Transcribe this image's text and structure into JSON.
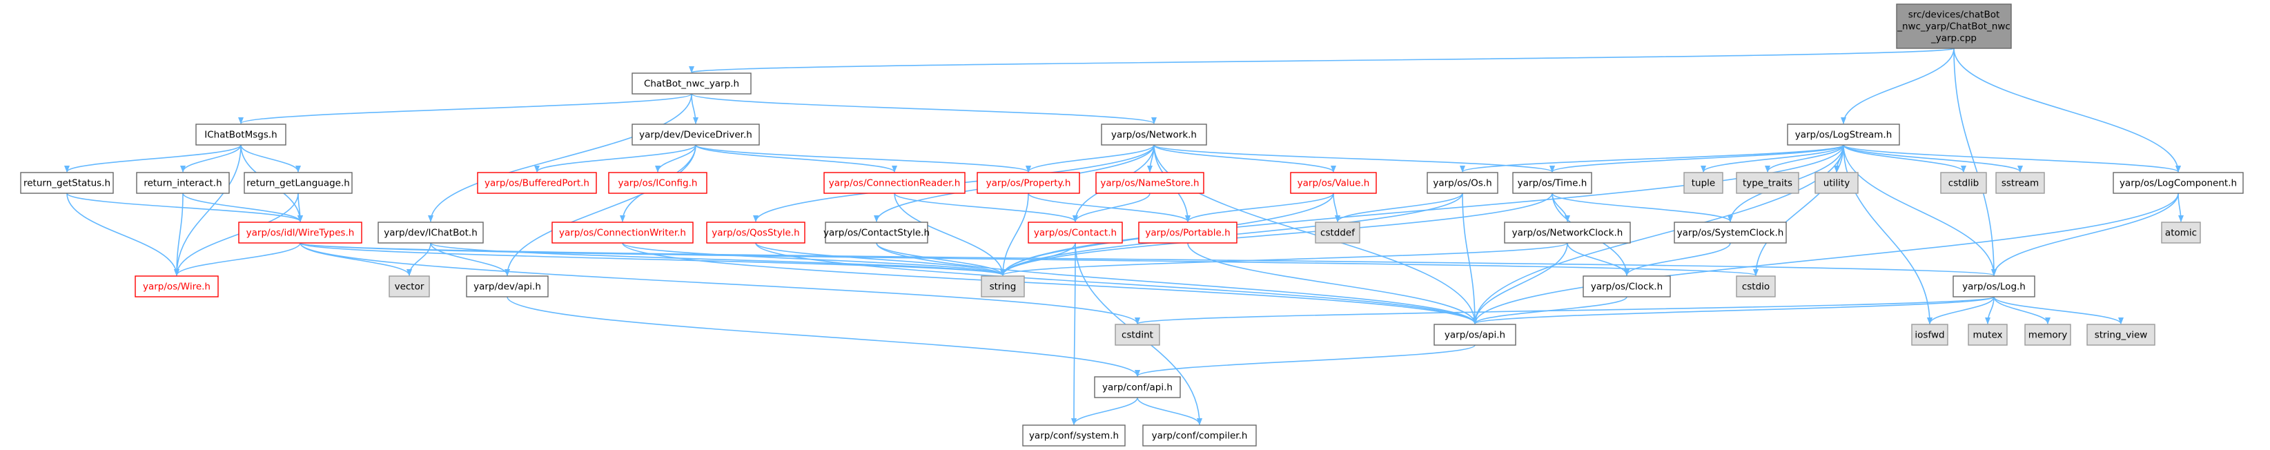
{
  "colors": {
    "edge": "#63b8ff",
    "root_fill": "#999999",
    "root_stroke": "#666666",
    "white_fill": "#ffffff",
    "white_stroke": "#666666",
    "red_stroke": "#ff0000",
    "red_text": "#ff0000",
    "system_fill": "#e0e0e0",
    "system_stroke": "#999999",
    "text": "#000000"
  },
  "nodes": [
    {
      "id": "root",
      "lines": [
        "src/devices/chatBot",
        "_nwc_yarp/ChatBot_nwc",
        "_yarp.cpp"
      ],
      "style": "root"
    },
    {
      "id": "chatbot_nwc",
      "lines": [
        "ChatBot_nwc_yarp.h"
      ],
      "style": "white"
    },
    {
      "id": "ichatbotmsgs",
      "lines": [
        "IChatBotMsgs.h"
      ],
      "style": "white"
    },
    {
      "id": "devicedriver",
      "lines": [
        "yarp/dev/DeviceDriver.h"
      ],
      "style": "white"
    },
    {
      "id": "network",
      "lines": [
        "yarp/os/Network.h"
      ],
      "style": "white"
    },
    {
      "id": "logstream",
      "lines": [
        "yarp/os/LogStream.h"
      ],
      "style": "white"
    },
    {
      "id": "getstatus",
      "lines": [
        "return_getStatus.h"
      ],
      "style": "white"
    },
    {
      "id": "interact",
      "lines": [
        "return_interact.h"
      ],
      "style": "white"
    },
    {
      "id": "getlanguage",
      "lines": [
        "return_getLanguage.h"
      ],
      "style": "white"
    },
    {
      "id": "bufferedport",
      "lines": [
        "yarp/os/BufferedPort.h"
      ],
      "style": "red"
    },
    {
      "id": "iconfig",
      "lines": [
        "yarp/os/IConfig.h"
      ],
      "style": "red"
    },
    {
      "id": "connreader",
      "lines": [
        "yarp/os/ConnectionReader.h"
      ],
      "style": "red"
    },
    {
      "id": "property",
      "lines": [
        "yarp/os/Property.h"
      ],
      "style": "red"
    },
    {
      "id": "namestore",
      "lines": [
        "yarp/os/NameStore.h"
      ],
      "style": "red"
    },
    {
      "id": "value",
      "lines": [
        "yarp/os/Value.h"
      ],
      "style": "red"
    },
    {
      "id": "os",
      "lines": [
        "yarp/os/Os.h"
      ],
      "style": "white"
    },
    {
      "id": "time",
      "lines": [
        "yarp/os/Time.h"
      ],
      "style": "white"
    },
    {
      "id": "tuple",
      "lines": [
        "tuple"
      ],
      "style": "system"
    },
    {
      "id": "type_traits",
      "lines": [
        "type_traits"
      ],
      "style": "system"
    },
    {
      "id": "utility",
      "lines": [
        "utility"
      ],
      "style": "system"
    },
    {
      "id": "cstdlib",
      "lines": [
        "cstdlib"
      ],
      "style": "system"
    },
    {
      "id": "sstream",
      "lines": [
        "sstream"
      ],
      "style": "system"
    },
    {
      "id": "logcomponent",
      "lines": [
        "yarp/os/LogComponent.h"
      ],
      "style": "white"
    },
    {
      "id": "ichatbot",
      "lines": [
        "yarp/dev/IChatBot.h"
      ],
      "style": "white"
    },
    {
      "id": "wiretypes",
      "lines": [
        "yarp/os/idl/WireTypes.h"
      ],
      "style": "red"
    },
    {
      "id": "connwriter",
      "lines": [
        "yarp/os/ConnectionWriter.h"
      ],
      "style": "red"
    },
    {
      "id": "qosstyle",
      "lines": [
        "yarp/os/QosStyle.h"
      ],
      "style": "red"
    },
    {
      "id": "contactstyle",
      "lines": [
        "yarp/os/ContactStyle.h"
      ],
      "style": "white"
    },
    {
      "id": "contact",
      "lines": [
        "yarp/os/Contact.h"
      ],
      "style": "red"
    },
    {
      "id": "portable",
      "lines": [
        "yarp/os/Portable.h"
      ],
      "style": "red"
    },
    {
      "id": "cstddef",
      "lines": [
        "cstddef"
      ],
      "style": "system"
    },
    {
      "id": "networkclock",
      "lines": [
        "yarp/os/NetworkClock.h"
      ],
      "style": "white"
    },
    {
      "id": "systemclock",
      "lines": [
        "yarp/os/SystemClock.h"
      ],
      "style": "white"
    },
    {
      "id": "atomic",
      "lines": [
        "atomic"
      ],
      "style": "system"
    },
    {
      "id": "wire",
      "lines": [
        "yarp/os/Wire.h"
      ],
      "style": "red"
    },
    {
      "id": "vector",
      "lines": [
        "vector"
      ],
      "style": "system"
    },
    {
      "id": "devapi",
      "lines": [
        "yarp/dev/api.h"
      ],
      "style": "white"
    },
    {
      "id": "string",
      "lines": [
        "string"
      ],
      "style": "system"
    },
    {
      "id": "cstdio",
      "lines": [
        "cstdio"
      ],
      "style": "system"
    },
    {
      "id": "clock",
      "lines": [
        "yarp/os/Clock.h"
      ],
      "style": "white"
    },
    {
      "id": "log",
      "lines": [
        "yarp/os/Log.h"
      ],
      "style": "white"
    },
    {
      "id": "cstdint",
      "lines": [
        "cstdint"
      ],
      "style": "system"
    },
    {
      "id": "osapi",
      "lines": [
        "yarp/os/api.h"
      ],
      "style": "white"
    },
    {
      "id": "iosfwd",
      "lines": [
        "iosfwd"
      ],
      "style": "system"
    },
    {
      "id": "mutex",
      "lines": [
        "mutex"
      ],
      "style": "system"
    },
    {
      "id": "memory",
      "lines": [
        "memory"
      ],
      "style": "system"
    },
    {
      "id": "string_view",
      "lines": [
        "string_view"
      ],
      "style": "system"
    },
    {
      "id": "confapi",
      "lines": [
        "yarp/conf/api.h"
      ],
      "style": "white"
    },
    {
      "id": "confsystem",
      "lines": [
        "yarp/conf/system.h"
      ],
      "style": "white"
    },
    {
      "id": "confcompiler",
      "lines": [
        "yarp/conf/compiler.h"
      ],
      "style": "white"
    }
  ],
  "edges": [
    [
      "root",
      "chatbot_nwc"
    ],
    [
      "root",
      "logstream"
    ],
    [
      "root",
      "logcomponent"
    ],
    [
      "root",
      "log"
    ],
    [
      "chatbot_nwc",
      "ichatbotmsgs"
    ],
    [
      "chatbot_nwc",
      "devicedriver"
    ],
    [
      "chatbot_nwc",
      "network"
    ],
    [
      "chatbot_nwc",
      "ichatbot"
    ],
    [
      "ichatbotmsgs",
      "getstatus"
    ],
    [
      "ichatbotmsgs",
      "interact"
    ],
    [
      "ichatbotmsgs",
      "getlanguage"
    ],
    [
      "ichatbotmsgs",
      "wire"
    ],
    [
      "ichatbotmsgs",
      "wiretypes"
    ],
    [
      "getstatus",
      "wire"
    ],
    [
      "getstatus",
      "wiretypes"
    ],
    [
      "interact",
      "wire"
    ],
    [
      "interact",
      "wiretypes"
    ],
    [
      "getlanguage",
      "wire"
    ],
    [
      "getlanguage",
      "wiretypes"
    ],
    [
      "wiretypes",
      "wire"
    ],
    [
      "wiretypes",
      "vector"
    ],
    [
      "wiretypes",
      "string"
    ],
    [
      "wiretypes",
      "cstdint"
    ],
    [
      "wiretypes",
      "cstdio"
    ],
    [
      "wiretypes",
      "log"
    ],
    [
      "devicedriver",
      "bufferedport"
    ],
    [
      "devicedriver",
      "iconfig"
    ],
    [
      "devicedriver",
      "connreader"
    ],
    [
      "devicedriver",
      "property"
    ],
    [
      "devicedriver",
      "connwriter"
    ],
    [
      "devicedriver",
      "devapi"
    ],
    [
      "ichatbot",
      "vector"
    ],
    [
      "ichatbot",
      "string"
    ],
    [
      "ichatbot",
      "devapi"
    ],
    [
      "devapi",
      "confapi"
    ],
    [
      "network",
      "property"
    ],
    [
      "network",
      "namestore"
    ],
    [
      "network",
      "value"
    ],
    [
      "network",
      "contact"
    ],
    [
      "network",
      "portable"
    ],
    [
      "network",
      "qosstyle"
    ],
    [
      "network",
      "contactstyle"
    ],
    [
      "network",
      "time"
    ],
    [
      "network",
      "osapi"
    ],
    [
      "connreader",
      "contact"
    ],
    [
      "connreader",
      "string"
    ],
    [
      "property",
      "portable"
    ],
    [
      "property",
      "string"
    ],
    [
      "namestore",
      "contact"
    ],
    [
      "value",
      "portable"
    ],
    [
      "value",
      "cstddef"
    ],
    [
      "value",
      "string"
    ],
    [
      "connwriter",
      "string"
    ],
    [
      "connwriter",
      "osapi"
    ],
    [
      "qosstyle",
      "string"
    ],
    [
      "qosstyle",
      "osapi"
    ],
    [
      "contactstyle",
      "string"
    ],
    [
      "contactstyle",
      "osapi"
    ],
    [
      "contact",
      "string"
    ],
    [
      "contact",
      "confsystem"
    ],
    [
      "contact",
      "confcompiler"
    ],
    [
      "portable",
      "osapi"
    ],
    [
      "logstream",
      "os"
    ],
    [
      "logstream",
      "time"
    ],
    [
      "logstream",
      "tuple"
    ],
    [
      "logstream",
      "type_traits"
    ],
    [
      "logstream",
      "utility"
    ],
    [
      "logstream",
      "cstdlib"
    ],
    [
      "logstream",
      "sstream"
    ],
    [
      "logstream",
      "logcomponent"
    ],
    [
      "logstream",
      "string"
    ],
    [
      "logstream",
      "cstdio"
    ],
    [
      "logstream",
      "iosfwd"
    ],
    [
      "logstream",
      "log"
    ],
    [
      "logstream",
      "systemclock"
    ],
    [
      "logstream",
      "osapi"
    ],
    [
      "os",
      "cstddef"
    ],
    [
      "os",
      "string"
    ],
    [
      "os",
      "osapi"
    ],
    [
      "time",
      "networkclock"
    ],
    [
      "time",
      "systemclock"
    ],
    [
      "time",
      "clock"
    ],
    [
      "time",
      "string"
    ],
    [
      "networkclock",
      "clock"
    ],
    [
      "networkclock",
      "string"
    ],
    [
      "networkclock",
      "osapi"
    ],
    [
      "systemclock",
      "clock"
    ],
    [
      "clock",
      "osapi"
    ],
    [
      "logcomponent",
      "atomic"
    ],
    [
      "logcomponent",
      "log"
    ],
    [
      "logcomponent",
      "osapi"
    ],
    [
      "log",
      "cstdint"
    ],
    [
      "log",
      "iosfwd"
    ],
    [
      "log",
      "mutex"
    ],
    [
      "log",
      "memory"
    ],
    [
      "log",
      "string_view"
    ],
    [
      "log",
      "osapi"
    ],
    [
      "osapi",
      "confapi"
    ],
    [
      "confapi",
      "confsystem"
    ],
    [
      "confapi",
      "confcompiler"
    ]
  ]
}
